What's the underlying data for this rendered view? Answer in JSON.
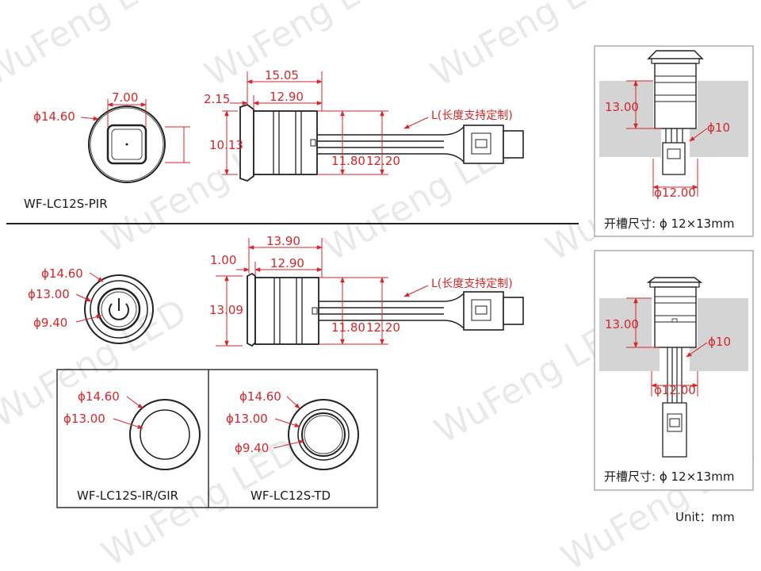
{
  "colors": {
    "dimension": "#d6262a",
    "outline": "#222222",
    "wall": "#d4d4d4",
    "watermark": "#cfcfcf"
  },
  "watermark": "WuFeng LED",
  "unit": "Unit：mm",
  "pir": {
    "model": "WF-LC12S-PIR",
    "front_width": "7.00",
    "front_diameter": "ϕ14.60",
    "side_total": "15.05",
    "side_flange": "2.15",
    "side_body": "12.90",
    "side_height": "10.13",
    "side_d1": "11.80",
    "side_d2": "12.20",
    "cable_label": "L(长度支持定制)"
  },
  "touch": {
    "front_d1": "ϕ14.60",
    "front_d2": "ϕ13.00",
    "front_d3": "ϕ9.40",
    "side_total": "13.90",
    "side_flange": "1.00",
    "side_body": "12.90",
    "side_height": "13.09",
    "side_d1": "11.80",
    "side_d2": "12.20",
    "cable_label": "L(长度支持定制)"
  },
  "ir": {
    "model": "WF-LC12S-IR/GIR",
    "d1": "ϕ14.60",
    "d2": "ϕ13.00"
  },
  "td": {
    "model": "WF-LC12S-TD",
    "d1": "ϕ14.60",
    "d2": "ϕ13.00",
    "d3": "ϕ9.40"
  },
  "install_top": {
    "depth": "13.00",
    "cable_hole": "ϕ10",
    "hole": "ϕ12.00",
    "caption": "开槽尺寸: ϕ 12×13mm"
  },
  "install_bottom": {
    "depth": "13.00",
    "cable_hole": "ϕ10",
    "hole": "ϕ12.00",
    "caption": "开槽尺寸: ϕ 12×13mm"
  }
}
